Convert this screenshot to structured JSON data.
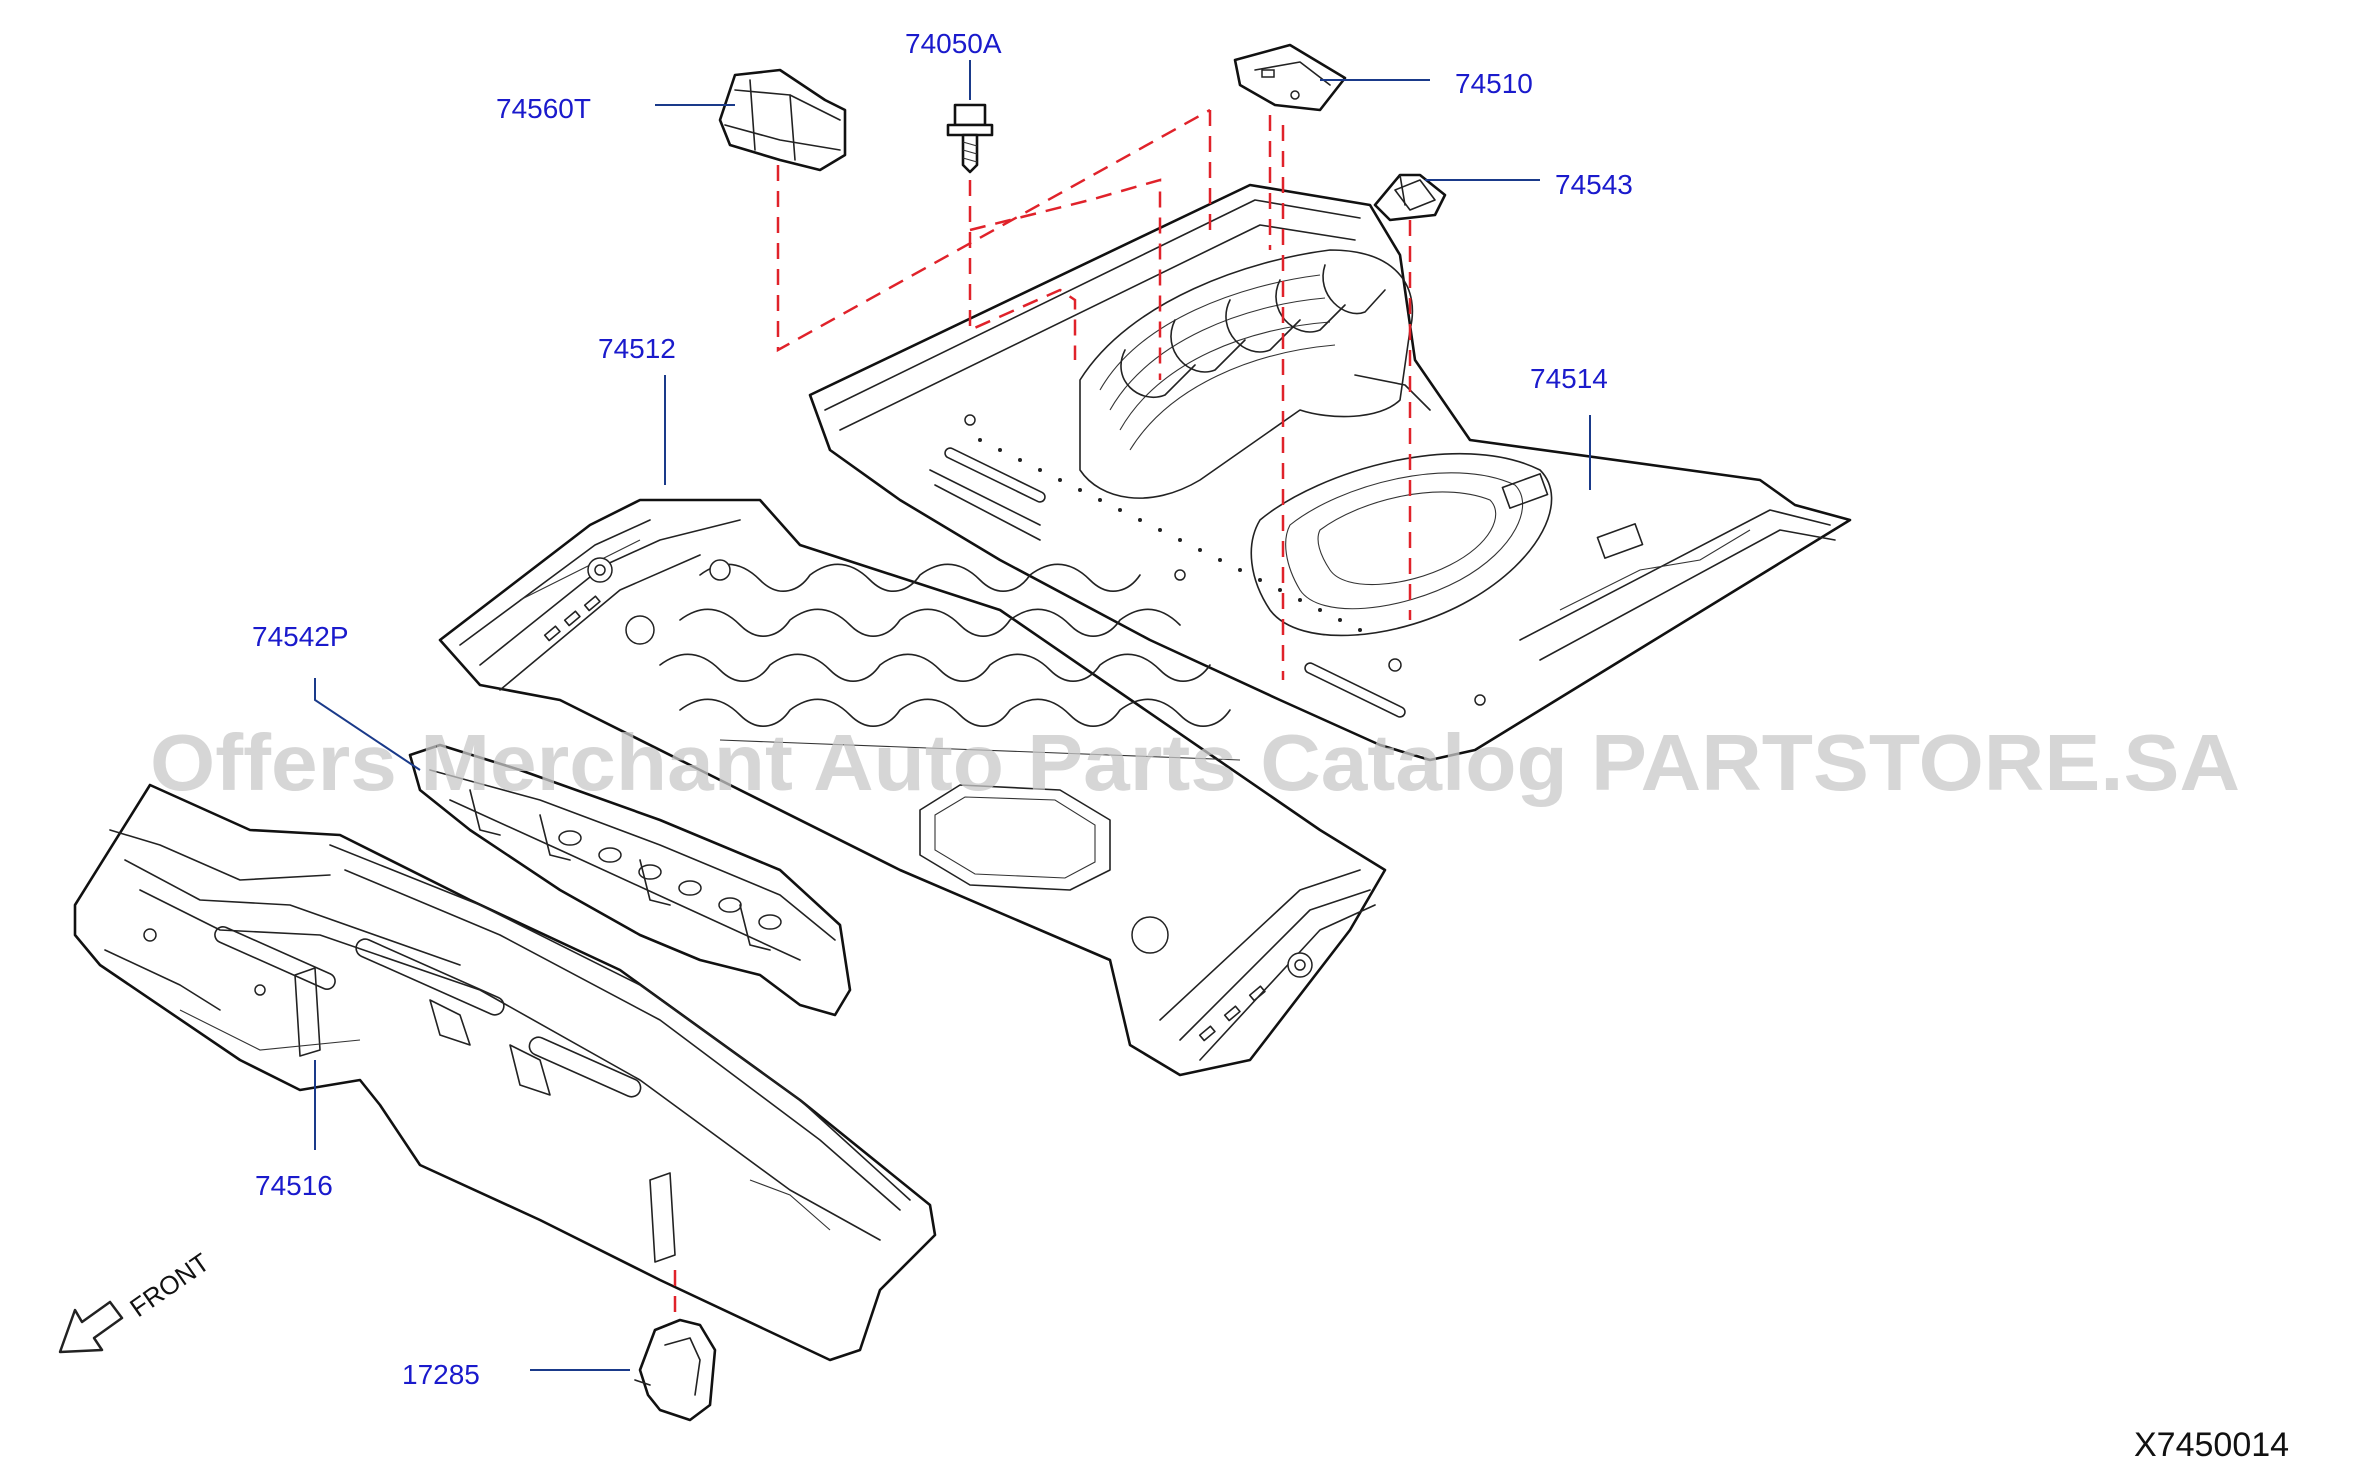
{
  "labels": {
    "p74560T": "74560T",
    "p74050A": "74050A",
    "p74510": "74510",
    "p74543": "74543",
    "p74512": "74512",
    "p74514": "74514",
    "p74542P": "74542P",
    "p74516": "74516",
    "p17285": "17285"
  },
  "front_label": "FRONT",
  "diagram_code": "X7450014",
  "watermark": "Offers Merchant Auto Parts Catalog PARTSTORE.SA",
  "colors": {
    "part_label": "#1a1acc",
    "leader_line": "#1a3a8a",
    "dashed_line": "#e0222a",
    "drawing_line": "#111111",
    "watermark": "#c8c8c8"
  }
}
